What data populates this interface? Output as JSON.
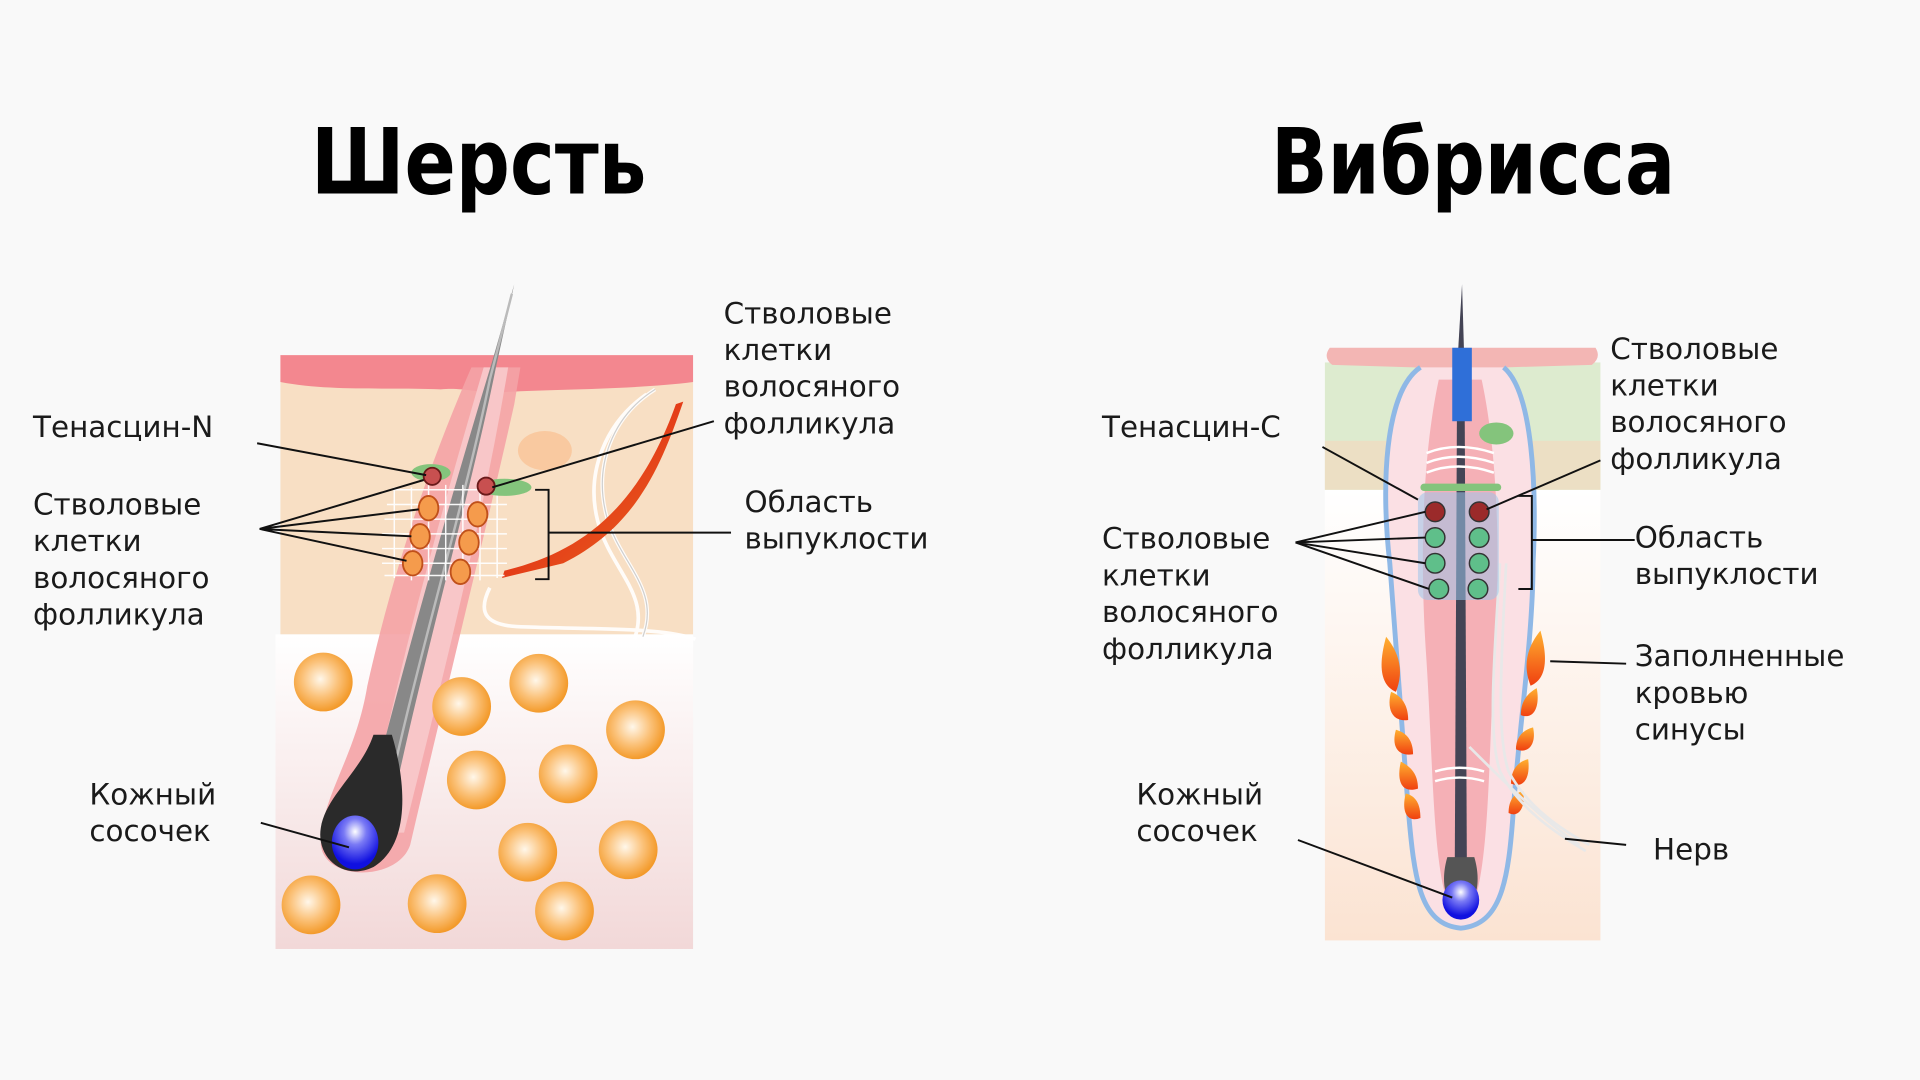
{
  "left": {
    "title": "Шерсть",
    "tenascin": "Тенасцин-N",
    "stem_left": [
      "Стволовые",
      "клетки",
      "волосяного",
      "фолликула"
    ],
    "stem_right": [
      "Стволовые",
      "клетки",
      "волосяного",
      "фолликула"
    ],
    "bulge": [
      "Область",
      "выпуклости"
    ],
    "papilla": [
      "Кожный",
      "сосочек"
    ]
  },
  "right": {
    "title": "Вибрисса",
    "tenascin": "Тенасцин-C",
    "stem_left": [
      "Стволовые",
      "клетки",
      "волосяного",
      "фолликула"
    ],
    "stem_right": [
      "Стволовые",
      "клетки",
      "волосяного",
      "фолликула"
    ],
    "bulge": [
      "Область",
      "выпуклости"
    ],
    "sinus": [
      "Заполненные",
      "кровью",
      "синусы"
    ],
    "nerve": "Нерв",
    "papilla": [
      "Кожный",
      "сосочек"
    ]
  },
  "colors": {
    "epidermis": "#f38c95",
    "dermis": "#f7dcc0",
    "fat": "#f7a13a",
    "papilla": "#1f1fe8",
    "sheath": "#f2a5a8",
    "outline": "#8fb8e6",
    "tenascin": "#7dc27a",
    "stem_red": "#9b2a2a",
    "stem_green": "#5fbf8a"
  }
}
